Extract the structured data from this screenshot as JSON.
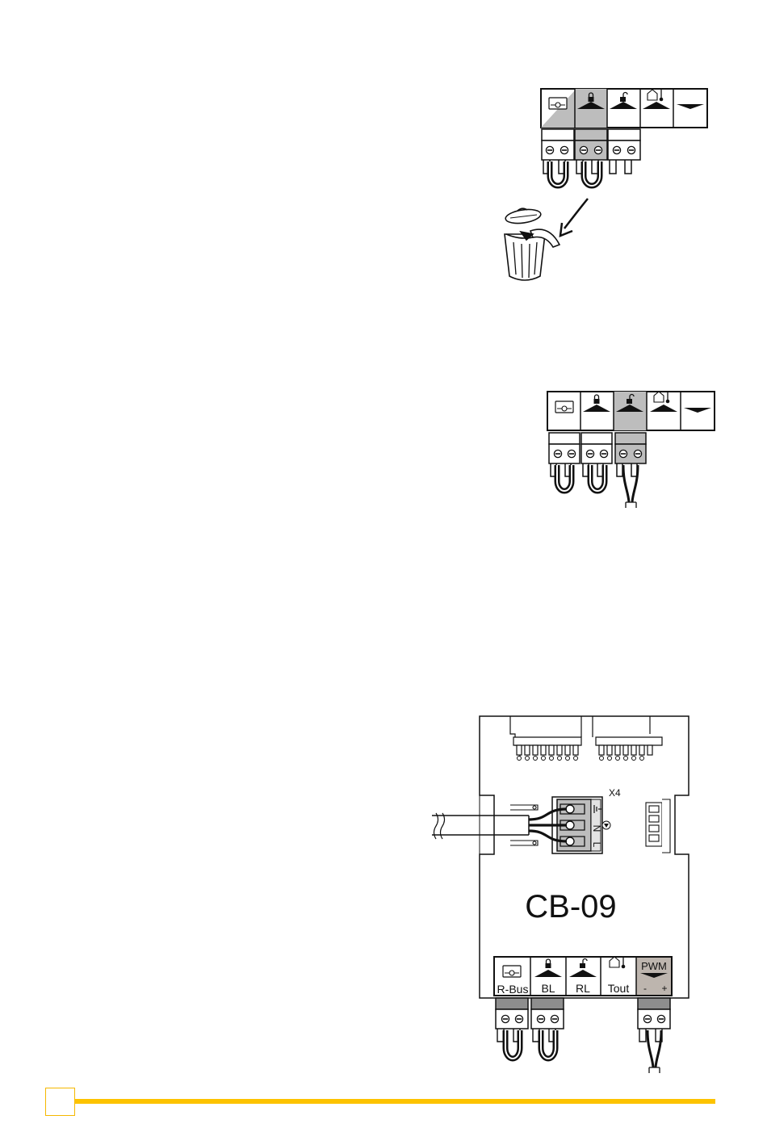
{
  "board": {
    "model": "CB-09",
    "connector_label": "X4",
    "terminals": [
      "R-Bus",
      "BL",
      "RL",
      "Tout",
      "PWM"
    ],
    "pwm_polarity": [
      "-",
      "+"
    ],
    "mains_pins": [
      "N",
      "L"
    ]
  },
  "colors": {
    "highlight": "#bdbdbd",
    "ink": "#111111",
    "footer_accent": "#fdc300"
  },
  "icons": [
    "rbus-icon",
    "lock-icon",
    "unlock-icon",
    "house-thermometer-icon",
    "arrow-down-icon",
    "trash-can-icon",
    "earth-icon"
  ]
}
